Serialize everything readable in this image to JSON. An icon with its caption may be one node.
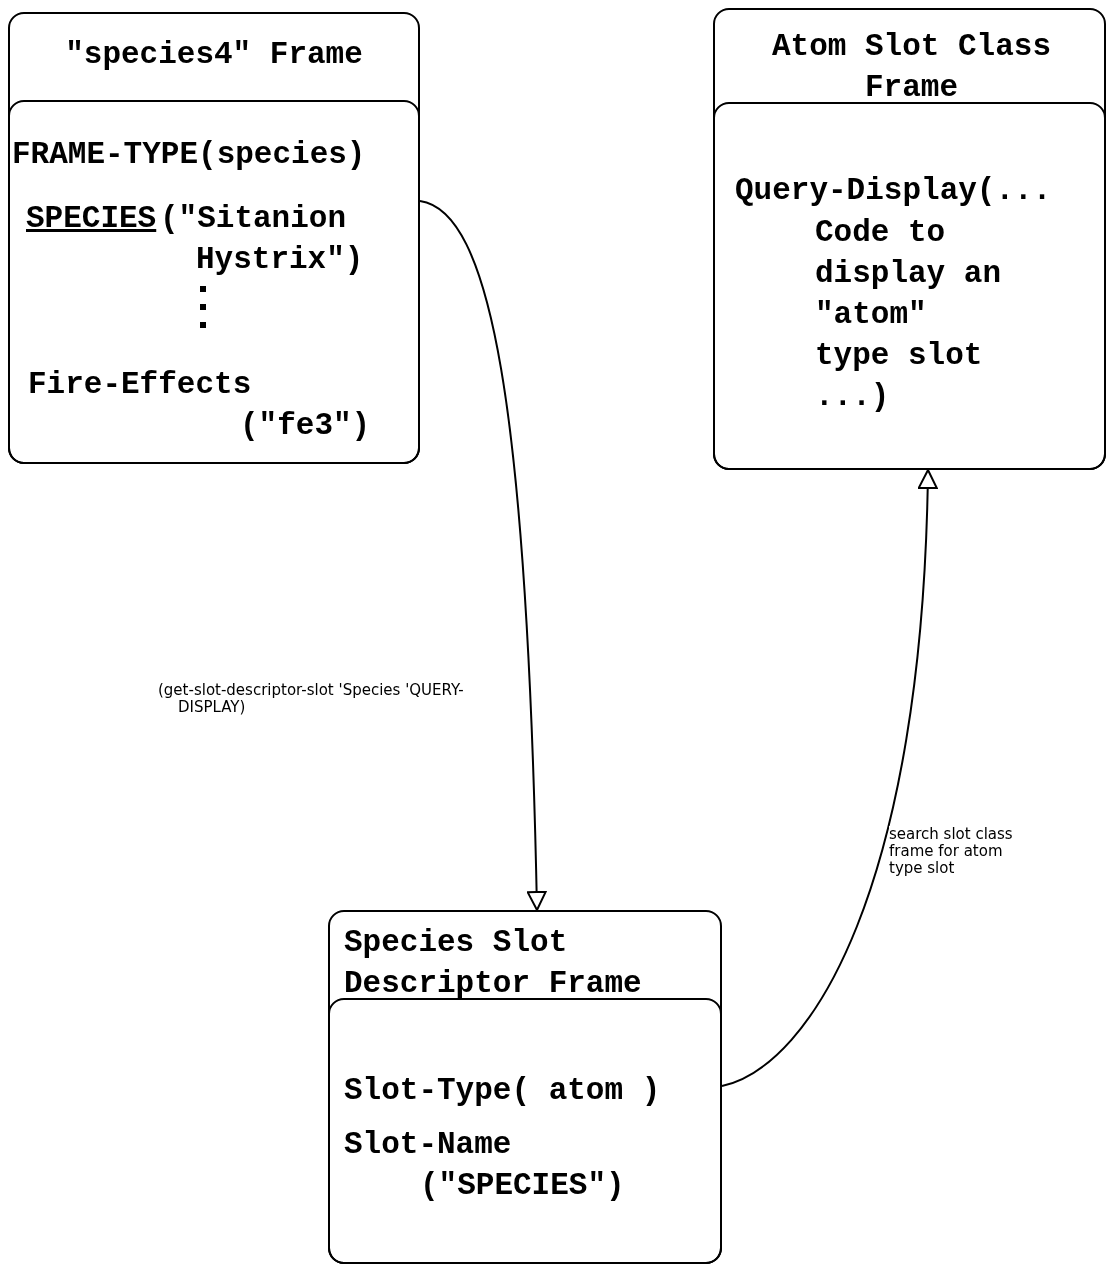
{
  "diagram": {
    "nodes": [
      {
        "text": [
          "\"species4\" Frame"
        ]
      },
      {
        "text": [
          "FRAME-TYPE(species)",
          "SPECIES",
          "(\"Sitanion Hystrix\")",
          "Fire-Effects (\"fe3\")"
        ],
        "in": 0
      },
      {
        "text": [
          "Atom Slot Class Frame"
        ]
      },
      {
        "text": [
          "Query-Display(...",
          "Code to display an \"atom\" type slot ...)"
        ],
        "in": 2
      },
      {
        "text": [
          "Species Slot Descriptor Frame"
        ]
      },
      {
        "text": [
          "Slot-Type( atom )",
          "Slot-Name (\"SPECIES\")"
        ],
        "in": 4
      }
    ],
    "edges": [
      {
        "from": 1,
        "to": 4,
        "arrow": "to",
        "label": "(get-slot-descriptor-slot 'Species 'QUERY-DISPLAY)"
      },
      {
        "from": 5,
        "to": 2,
        "arrow": "to",
        "label": "search slot class frame for atom type slot"
      }
    ]
  }
}
